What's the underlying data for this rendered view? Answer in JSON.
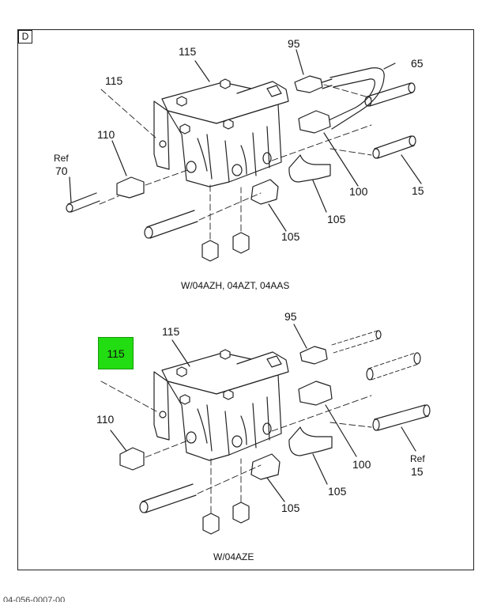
{
  "section_letter": "D",
  "top_view": {
    "caption": "W/04AZH, 04AZT, 04AAS",
    "callouts": {
      "c115a": "115",
      "c115b": "115",
      "c95": "95",
      "c65": "65",
      "c110": "110",
      "ref_word": "Ref",
      "c70": "70",
      "c100": "100",
      "c15": "15",
      "c105a": "105",
      "c105b": "105"
    }
  },
  "bottom_view": {
    "caption": "W/04AZE",
    "highlighted": "115",
    "callouts": {
      "c115": "115",
      "c95": "95",
      "c110": "110",
      "c100": "100",
      "ref_word": "Ref",
      "c15": "15",
      "c105a": "105",
      "c105b": "105"
    }
  },
  "footer": "04-056-0007-00",
  "colors": {
    "highlight": "#22dd11",
    "line": "#222222"
  }
}
